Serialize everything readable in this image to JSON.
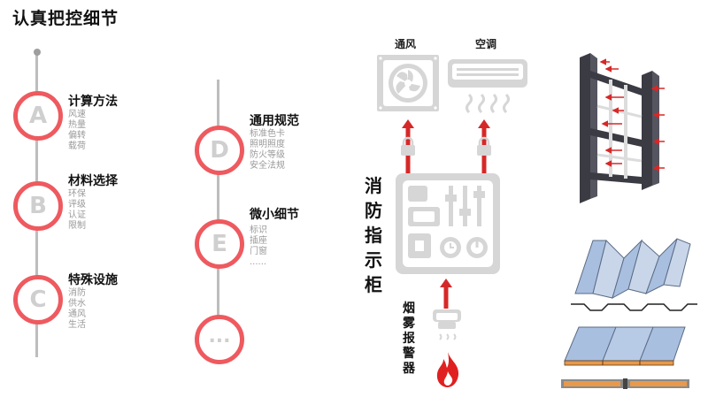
{
  "title": "认真把控细节",
  "col1": [
    {
      "letter": "A",
      "title": "计算方法",
      "items": [
        "风速",
        "热量",
        "偏转",
        "载荷"
      ]
    },
    {
      "letter": "B",
      "title": "材料选择",
      "items": [
        "环保",
        "评级",
        "认证",
        "限制"
      ]
    },
    {
      "letter": "C",
      "title": "特殊设施",
      "items": [
        "消防",
        "供水",
        "通风",
        "生活"
      ]
    }
  ],
  "col2": [
    {
      "letter": "D",
      "title": "通用规范",
      "items": [
        "标准色卡",
        "照明照度",
        "防火等级",
        "安全法规"
      ]
    },
    {
      "letter": "E",
      "title": "微小细节",
      "items": [
        "标识",
        "插座",
        "门窗",
        "......"
      ]
    },
    {
      "letter": "...",
      "title": "",
      "items": []
    }
  ],
  "diagram": {
    "fan_label": "通风",
    "ac_label": "空调",
    "panel_label": [
      "消",
      "防",
      "指",
      "示",
      "柜"
    ],
    "smoke_label": [
      "烟",
      "雾",
      "报",
      "警",
      "器"
    ]
  },
  "colors": {
    "accent": "#ee5a5f",
    "arrow": "#d62828",
    "icon_gray": "#d6d6d6",
    "frame_dark": "#3b3b44",
    "panel_blue": "#a9bfe0",
    "core_orange": "#e8994a"
  },
  "icons": [
    "fan-icon",
    "air-conditioner-icon",
    "lock-icon",
    "control-panel-icon",
    "smoke-detector-icon",
    "fire-icon",
    "steel-frame-icon",
    "corrugated-panel-icon",
    "sandwich-panel-icon",
    "panel-joint-icon"
  ]
}
